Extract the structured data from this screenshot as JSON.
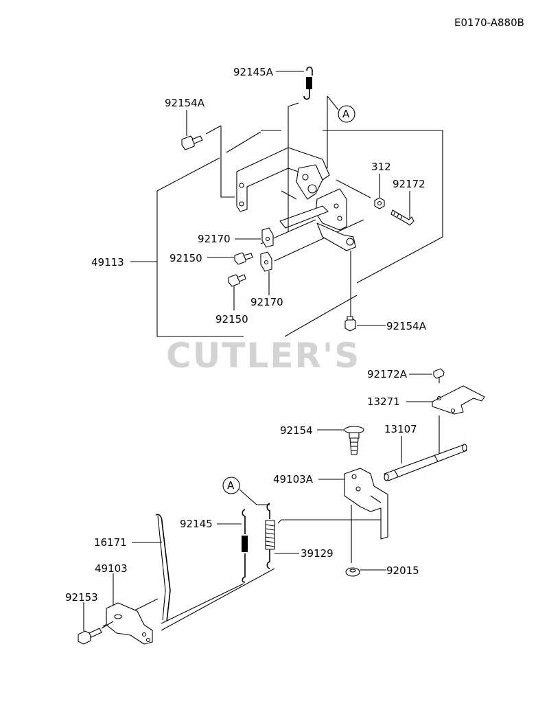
{
  "diagram_code": "E0170-A880B",
  "watermark": "CUTLER'S",
  "callout_marker": "A",
  "callout_marker_lower": "A",
  "labels": {
    "p92145A": "92145A",
    "p92154A_top": "92154A",
    "p312": "312",
    "p92172": "92172",
    "p92170_a": "92170",
    "p92150_a": "92150",
    "p49113": "49113",
    "p92170_b": "92170",
    "p92150_b": "92150",
    "p92154A_bot": "92154A",
    "p92172A": "92172A",
    "p13271": "13271",
    "p92154": "92154",
    "p13107": "13107",
    "p49103A": "49103A",
    "p92145": "92145",
    "p16171": "16171",
    "p39129": "39129",
    "p49103": "49103",
    "p92015": "92015",
    "p92153": "92153"
  }
}
